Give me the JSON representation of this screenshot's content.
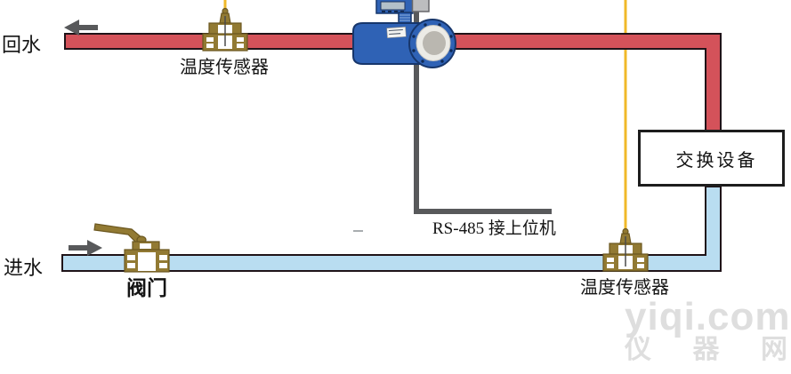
{
  "diagram": {
    "labels": {
      "return_water": "回水",
      "inlet_water": "进水",
      "temp_sensor_top": "温度传感器",
      "temp_sensor_bottom": "温度传感器",
      "rs485_link": "RS-485 接上位机",
      "exchange_device": "交换设备",
      "valve": "阀门"
    },
    "watermark": {
      "line1": "yiqi.com",
      "line2_chars": [
        "仪",
        "器",
        "网"
      ]
    },
    "colors": {
      "hot_pipe": "#d4525a",
      "cold_pipe": "#b9ddf1",
      "pipe_outline": "#1f1318",
      "wire_yellow": "#f0b929",
      "cable_gray": "#58595b",
      "brass": "#927a33",
      "brass_dark": "#6b5720",
      "meter_blue": "#2f62b5",
      "meter_outline": "#17366b",
      "arrow_gray": "#58595b",
      "watermark": "#dedede"
    }
  }
}
